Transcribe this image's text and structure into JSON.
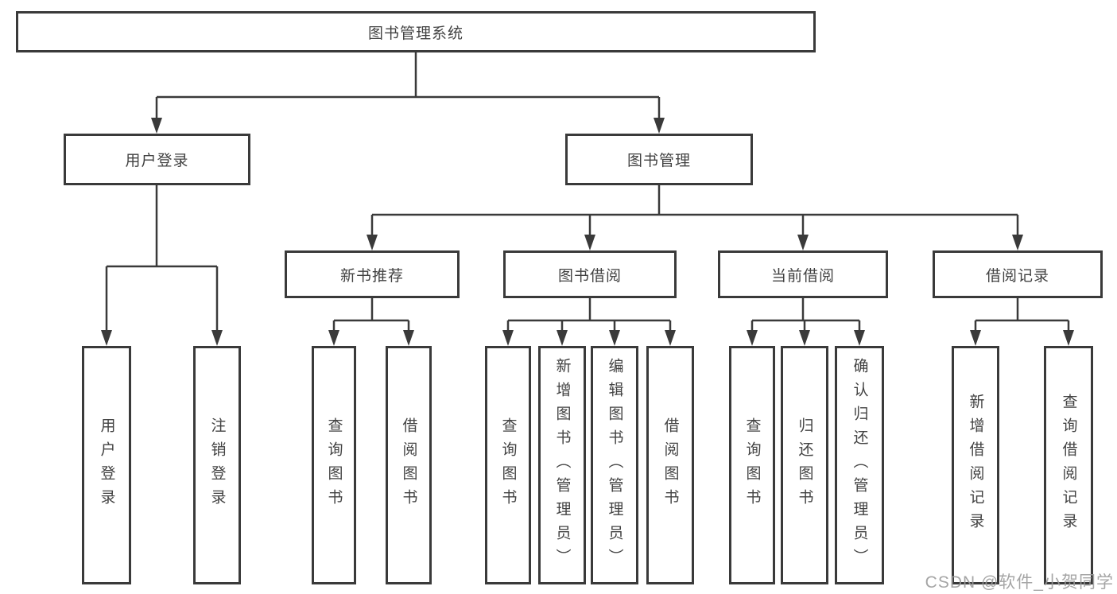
{
  "title": "图书管理系统",
  "tree": {
    "label": "图书管理系统",
    "children": [
      {
        "label": "用户登录",
        "children": [
          {
            "label": "用户登录"
          },
          {
            "label": "注销登录"
          }
        ]
      },
      {
        "label": "图书管理",
        "children": [
          {
            "label": "新书推荐",
            "children": [
              {
                "label": "查询图书"
              },
              {
                "label": "借阅图书"
              }
            ]
          },
          {
            "label": "图书借阅",
            "children": [
              {
                "label": "查询图书"
              },
              {
                "label": "新增图书（管理员）"
              },
              {
                "label": "编辑图书（管理员）"
              },
              {
                "label": "借阅图书"
              }
            ]
          },
          {
            "label": "当前借阅",
            "children": [
              {
                "label": "查询图书"
              },
              {
                "label": "归还图书"
              },
              {
                "label": "确认归还（管理员）"
              }
            ]
          },
          {
            "label": "借阅记录",
            "children": [
              {
                "label": "新增借阅记录"
              },
              {
                "label": "查询借阅记录"
              }
            ]
          }
        ]
      }
    ]
  },
  "watermark": "CSDN @软件_小贺同学",
  "colors": {
    "line": "#3a3a3a",
    "text": "#424242",
    "background": "#ffffff",
    "watermark": "#9b9b9b"
  }
}
